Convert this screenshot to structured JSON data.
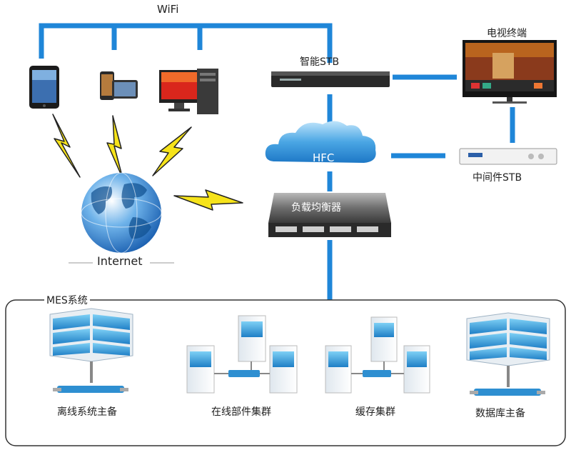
{
  "labels": {
    "wifi": "WiFi",
    "smart_stb": "智能STB",
    "tv_terminal": "电视终端",
    "middleware_stb": "中间件STB",
    "internet": "Internet",
    "hfc": "HFC",
    "load_balancer": "负载均衡器",
    "mes_system": "MES系统",
    "offline_host": "离线系统主备",
    "online_cluster": "在线部件集群",
    "cache_cluster": "缓存集群",
    "database_host": "数据库主备"
  },
  "colors": {
    "link_blue": "#1f86d8",
    "lightning": "#f6e31a",
    "cloud": "#2d8fd6",
    "server_blue": "#2e8fd1",
    "frame": "#333333"
  }
}
